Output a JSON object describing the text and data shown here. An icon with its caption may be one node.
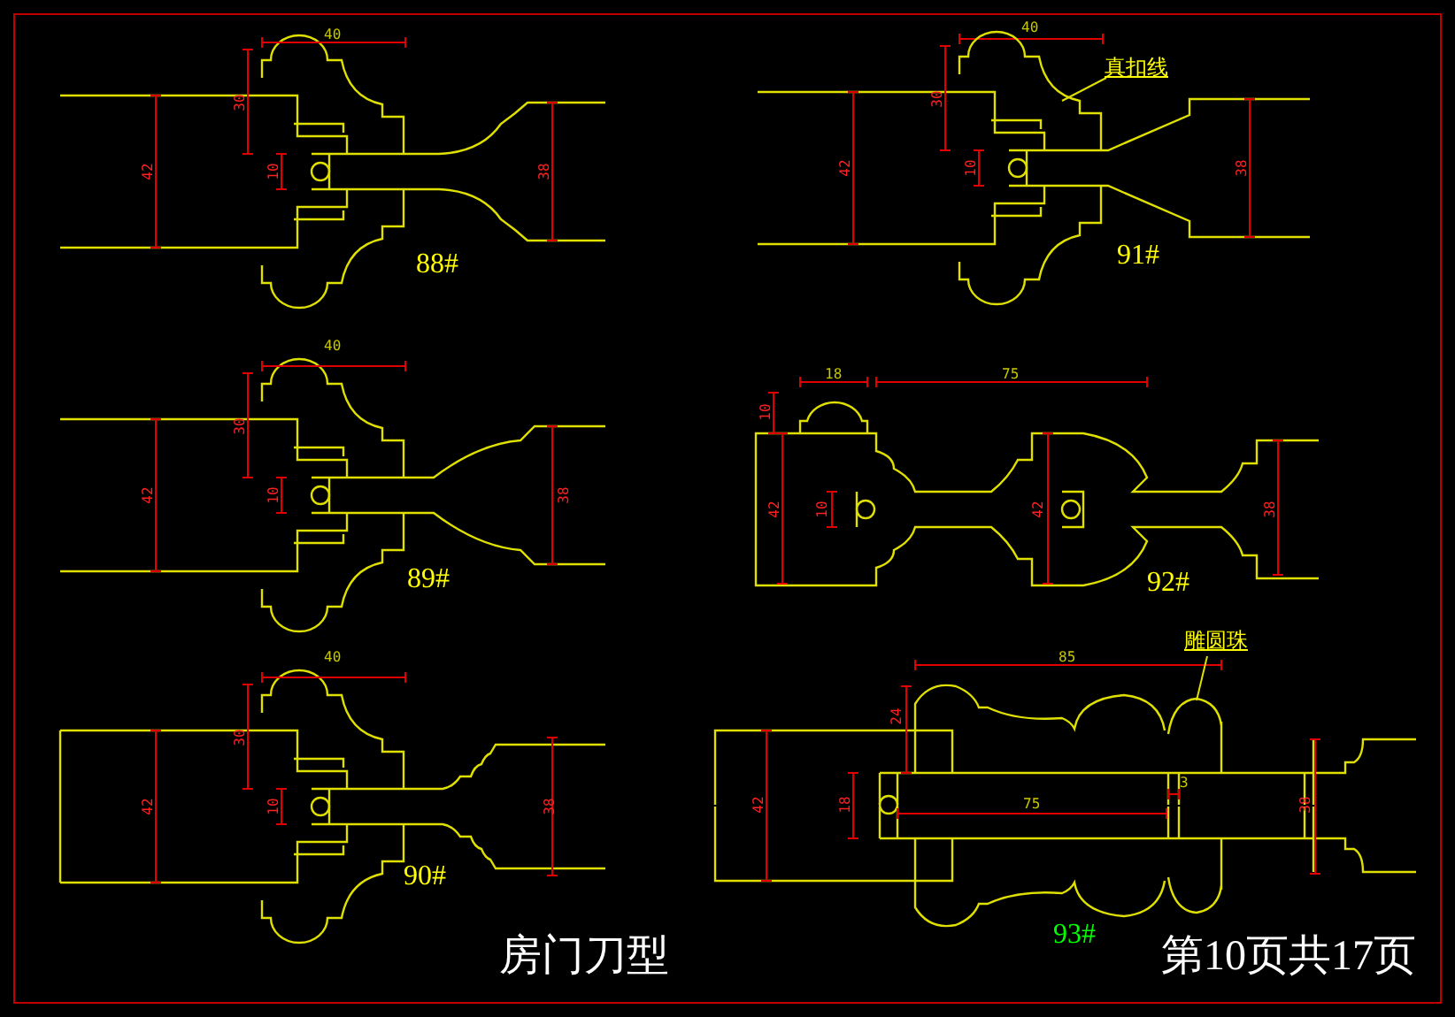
{
  "diagram": {
    "title": "房门刀型",
    "nodes": [
      {
        "text": [
          "真扣线"
        ]
      },
      {
        "text": [],
        "shape": "picture"
      },
      {
        "text": [
          "雕圆珠"
        ]
      },
      {
        "text": [],
        "shape": "picture"
      }
    ],
    "edges": [
      {
        "from": 0,
        "to": 1,
        "arrow": "none"
      },
      {
        "from": 2,
        "to": 3,
        "arrow": "none"
      }
    ],
    "labels": [
      "40",
      "30",
      "42",
      "10",
      "38",
      "88#",
      "40",
      "30",
      "42",
      "10",
      "38",
      "91#",
      "40",
      "30",
      "42",
      "10",
      "38",
      "89#",
      "18",
      "75",
      "10",
      "42",
      "10",
      "42",
      "38",
      "92#",
      "40",
      "30",
      "42",
      "10",
      "38",
      "90#",
      "85",
      "24",
      "42",
      "18",
      "3",
      "75",
      "38",
      "93#",
      "第10页共17页"
    ]
  }
}
